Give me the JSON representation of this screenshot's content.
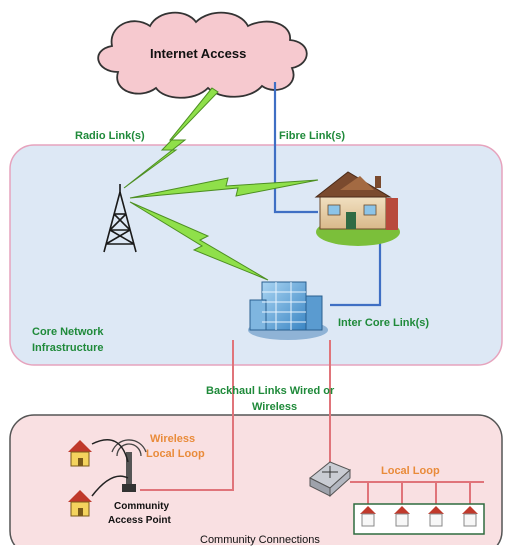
{
  "labels": {
    "internet": "Internet Access",
    "radio_links": "Radio Link(s)",
    "fibre_links": "Fibre Link(s)",
    "core_network_line1": "Core Network",
    "core_network_line2": "Infrastructure",
    "inter_core_links": "Inter Core Link(s)",
    "backhaul_line1": "Backhaul Links Wired or",
    "backhaul_line2": "Wireless",
    "wireless_line1": "Wireless",
    "wireless_line2": "Local Loop",
    "local_loop": "Local Loop",
    "community_ap_line1": "Community",
    "community_ap_line2": "Access Point",
    "community_connections": "Community Connections"
  },
  "colors": {
    "cloud_fill": "#f6c9cf",
    "core_region": "#dde8f5",
    "core_border": "#e6a3bd",
    "community_region": "#f9e0e2",
    "community_border": "#555555",
    "fibre_link": "#3f6fc4",
    "radio_link": "#8fe04a",
    "wired_link": "#e0747a",
    "label_green": "#1f8a3a",
    "label_orange": "#e98b3a"
  }
}
